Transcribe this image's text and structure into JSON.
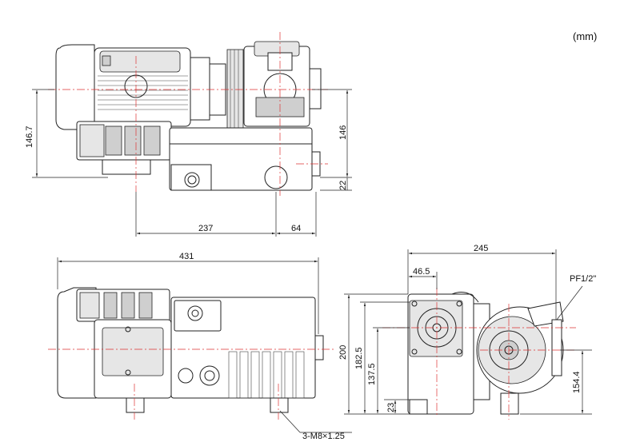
{
  "unit_label": "(mm)",
  "top_view": {
    "dims": {
      "height_total": "146.7",
      "height_base": "146",
      "foot_offset": "22",
      "len_237": "237",
      "len_64": "64"
    }
  },
  "side_view": {
    "dims": {
      "overall_length": "431"
    },
    "callout_mount": "3-M8×1.25"
  },
  "end_view": {
    "dims": {
      "width_total": "245",
      "width_46": "46.5",
      "h_200": "200",
      "h_182": "182.5",
      "h_137": "137.5",
      "h_23": "23",
      "h_154": "154.4"
    },
    "callout_port": "PF1/2\""
  },
  "colors": {
    "line": "#222222",
    "centerline": "#dd3333",
    "fill_grey": "#cfcfcf"
  }
}
